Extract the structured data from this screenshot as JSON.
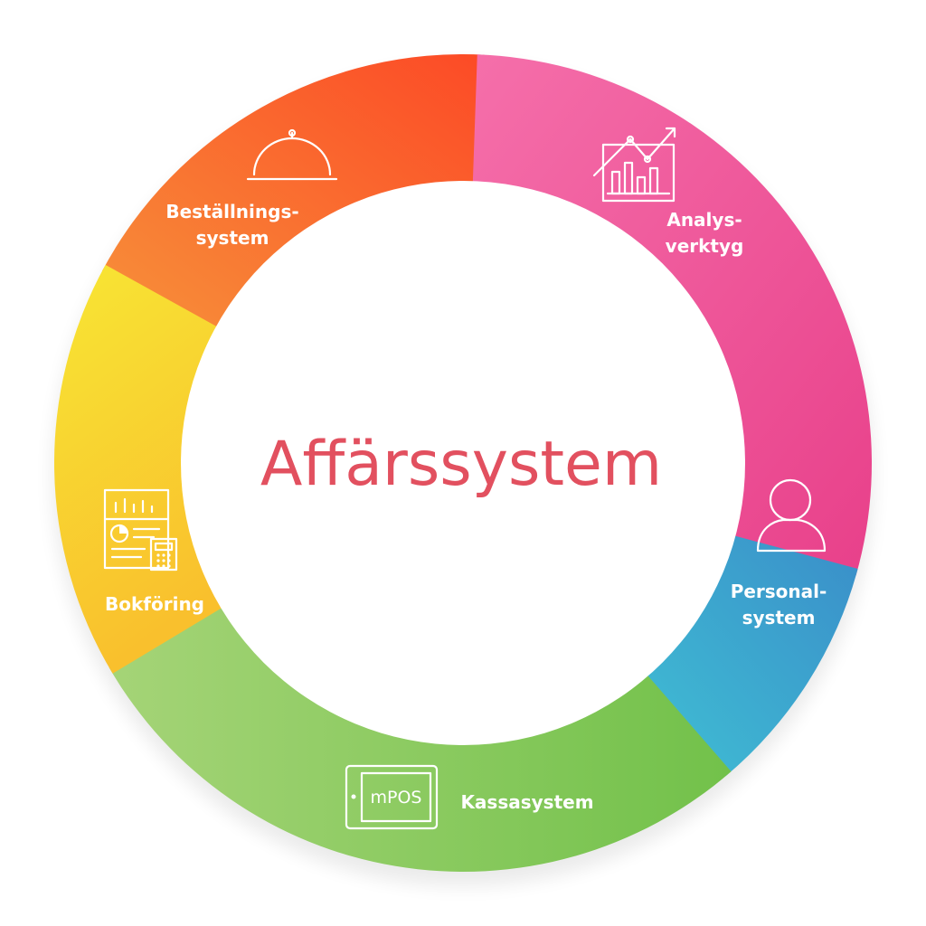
{
  "title": "Affärssystem",
  "segments": [
    {
      "id": "bestallning",
      "label_lines": [
        "Beställnings-",
        "system"
      ],
      "icon": "cloche-icon"
    },
    {
      "id": "analys",
      "label_lines": [
        "Analys-",
        "verktyg"
      ],
      "icon": "chart-trend-icon"
    },
    {
      "id": "personal",
      "label_lines": [
        "Personal-",
        "system"
      ],
      "icon": "person-icon"
    },
    {
      "id": "kassa",
      "label_lines": [
        "Kassasystem"
      ],
      "icon": "tablet-icon",
      "icon_text": "mPOS"
    },
    {
      "id": "bokforing",
      "label_lines": [
        "Bokföring"
      ],
      "icon": "report-calculator-icon"
    }
  ],
  "colors": {
    "title": "#e2505f",
    "orange_start": "#f7913a",
    "orange_end": "#fc4a26",
    "pink_start": "#f56faa",
    "pink_end": "#e8408a",
    "blue_start": "#3fbfd4",
    "blue_end": "#3a8ec9",
    "green_start": "#a5d477",
    "green_end": "#72c14a",
    "yellow_start": "#f8e634",
    "yellow_end": "#f9c02d"
  }
}
